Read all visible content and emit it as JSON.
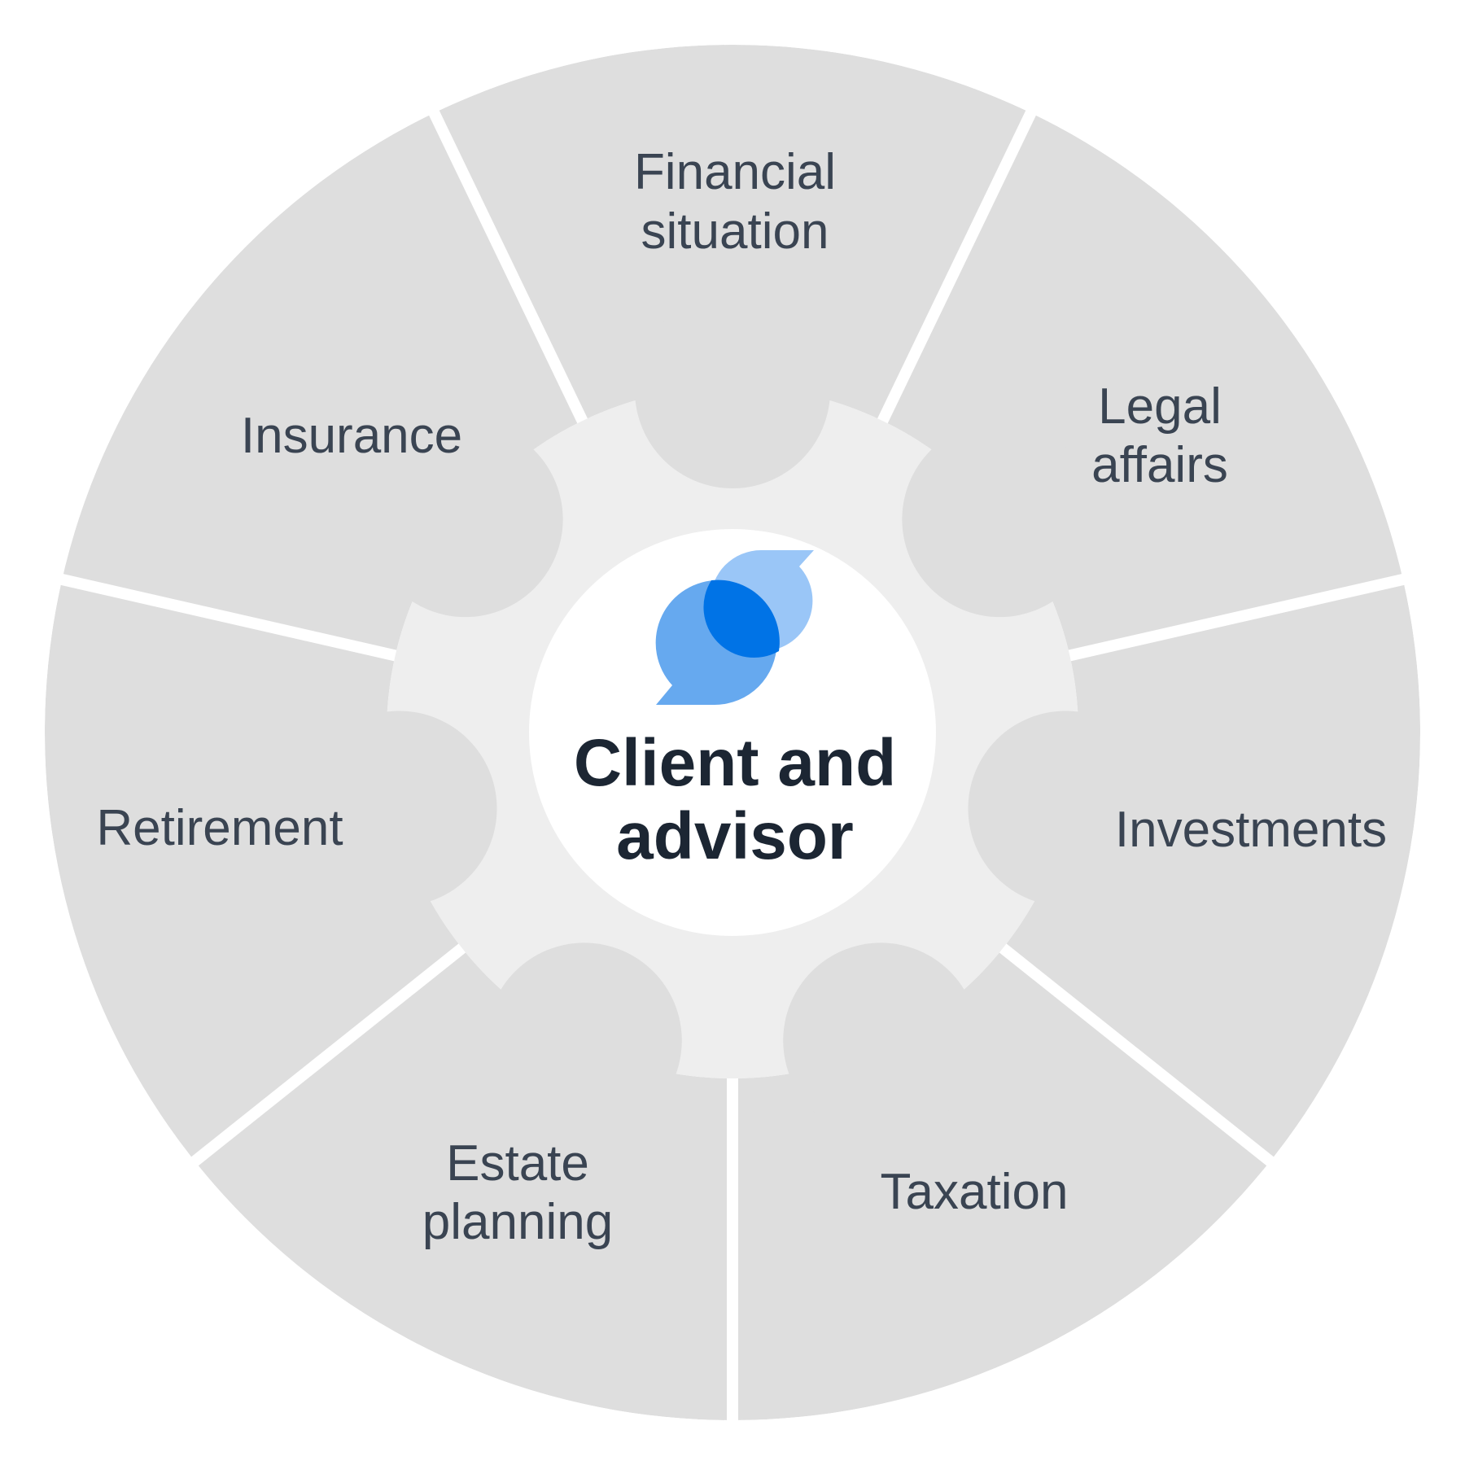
{
  "diagram": {
    "center": {
      "title_line1": "Client and",
      "title_line2": "advisor",
      "icon": "chat-bubbles-icon"
    },
    "segments": [
      {
        "id": "financial-situation",
        "line1": "Financial",
        "line2": "situation"
      },
      {
        "id": "legal-affairs",
        "line1": "Legal",
        "line2": "affairs"
      },
      {
        "id": "investments",
        "line1": "Investments",
        "line2": ""
      },
      {
        "id": "taxation",
        "line1": "Taxation",
        "line2": ""
      },
      {
        "id": "estate-planning",
        "line1": "Estate",
        "line2": "planning"
      },
      {
        "id": "retirement",
        "line1": "Retirement",
        "line2": ""
      },
      {
        "id": "insurance",
        "line1": "Insurance",
        "line2": ""
      }
    ],
    "colors": {
      "segment_fill": "#dedede",
      "inner_ring_fill": "#eeeeee",
      "center_fill": "#ffffff",
      "divider": "#ffffff",
      "label_text": "#3a4452",
      "center_text": "#1c2633",
      "icon_light_blue": "#9ac6f7",
      "icon_mid_blue": "#66a9ef",
      "icon_dark_blue": "#0073e6"
    }
  }
}
